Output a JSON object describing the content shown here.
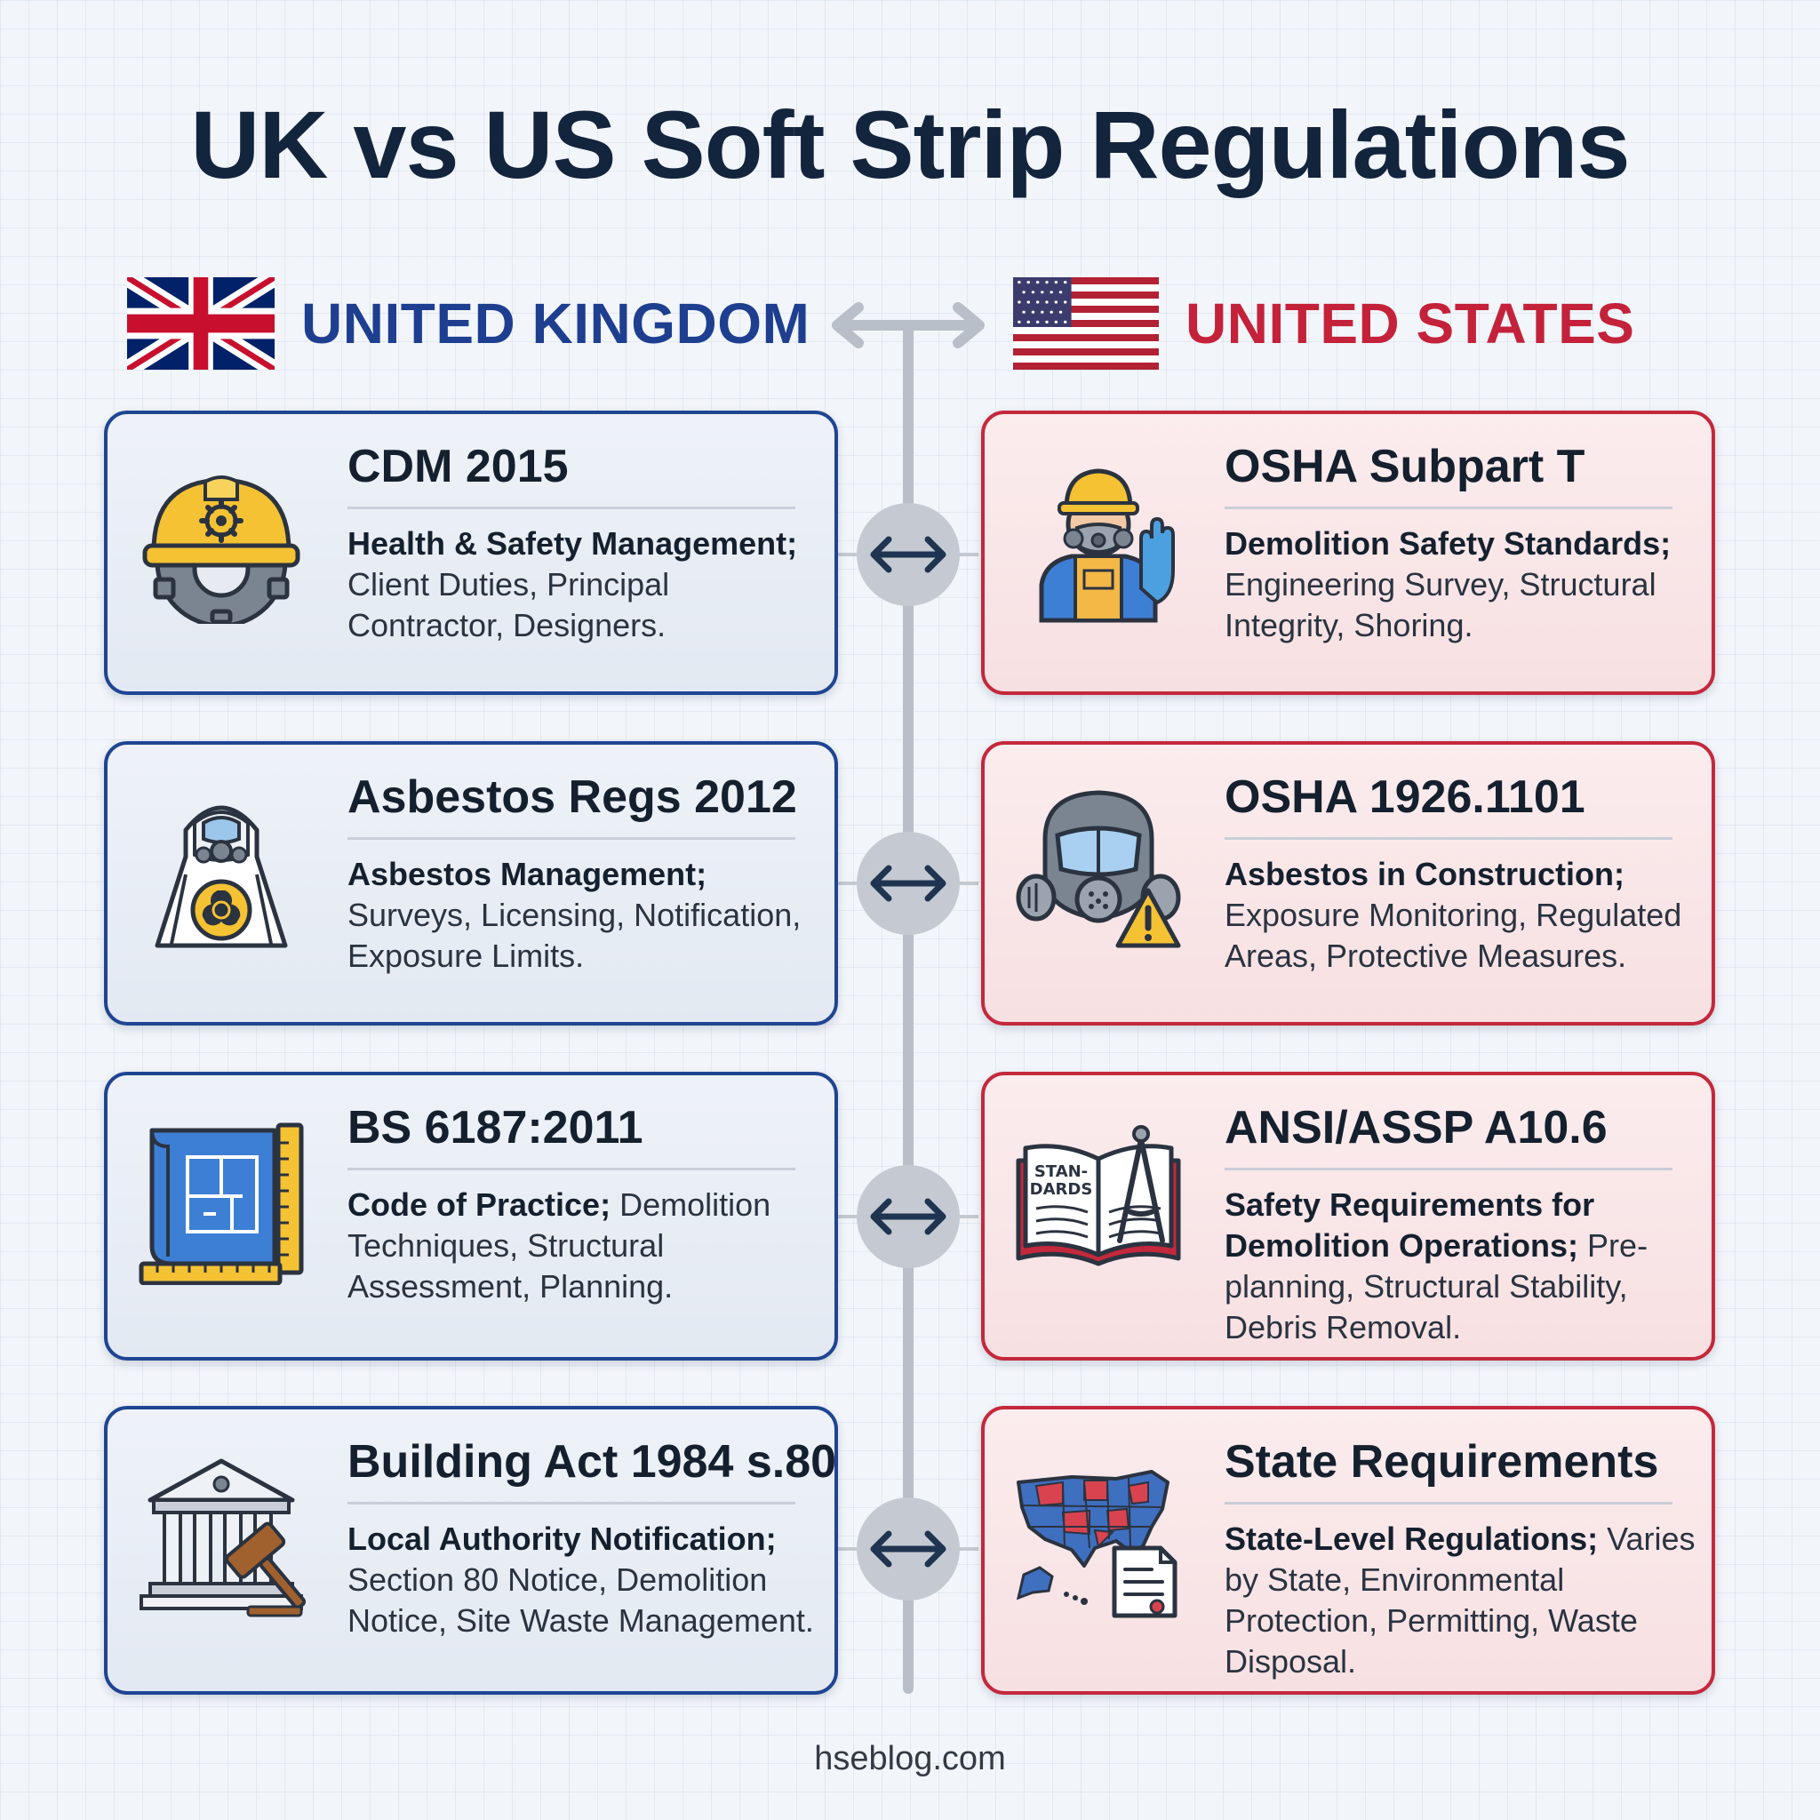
{
  "title": "UK vs US Soft Strip Regulations",
  "uk": {
    "heading": "UNITED KINGDOM",
    "flag_icon": "uk-flag-icon",
    "items": [
      {
        "title": "CDM 2015",
        "lead": "Health & Safety Management;",
        "body": "Client Duties, Principal Contractor, Designers.",
        "icon": "hard-hat-gear-icon"
      },
      {
        "title": "Asbestos Regs 2012",
        "lead": "Asbestos Management;",
        "body": "Surveys, Licensing, Notification, Exposure Limits.",
        "icon": "hazmat-suit-icon"
      },
      {
        "title": "BS 6187:2011",
        "lead": "Code of Practice;",
        "body": "Demolition Techniques, Structural Assessment, Planning.",
        "icon": "blueprint-ruler-icon"
      },
      {
        "title": "Building Act 1984 s.80",
        "lead": "Local Authority Notification;",
        "body": "Section 80 Notice, Demolition Notice, Site Waste Management.",
        "icon": "courthouse-gavel-icon"
      }
    ]
  },
  "us": {
    "heading": "UNITED STATES",
    "flag_icon": "us-flag-icon",
    "items": [
      {
        "title": "OSHA Subpart T",
        "lead": "Demolition Safety Standards;",
        "body": "Engineering Survey, Structural Integrity, Shoring.",
        "icon": "worker-respirator-icon"
      },
      {
        "title": "OSHA 1926.1101",
        "lead": "Asbestos in Construction;",
        "body": "Exposure Monitoring, Regulated Areas, Protective Measures.",
        "icon": "gas-mask-warning-icon"
      },
      {
        "title": "ANSI/ASSP A10.6",
        "lead": "Safety Requirements for Demolition Operations;",
        "body": "Pre-planning, Structural Stability, Debris Removal.",
        "icon": "standards-book-compass-icon"
      },
      {
        "title": "State Requirements",
        "lead": "State-Level Regulations;",
        "body": "Varies by State, Environmental Protection, Permitting, Waste Disposal.",
        "icon": "us-map-document-icon"
      }
    ]
  },
  "connector_icon": "double-arrow-icon",
  "colors": {
    "uk": "#1f4592",
    "us": "#c4283c",
    "spine": "#b9bfc8",
    "title": "#13243d"
  },
  "footer": "hseblog.com"
}
